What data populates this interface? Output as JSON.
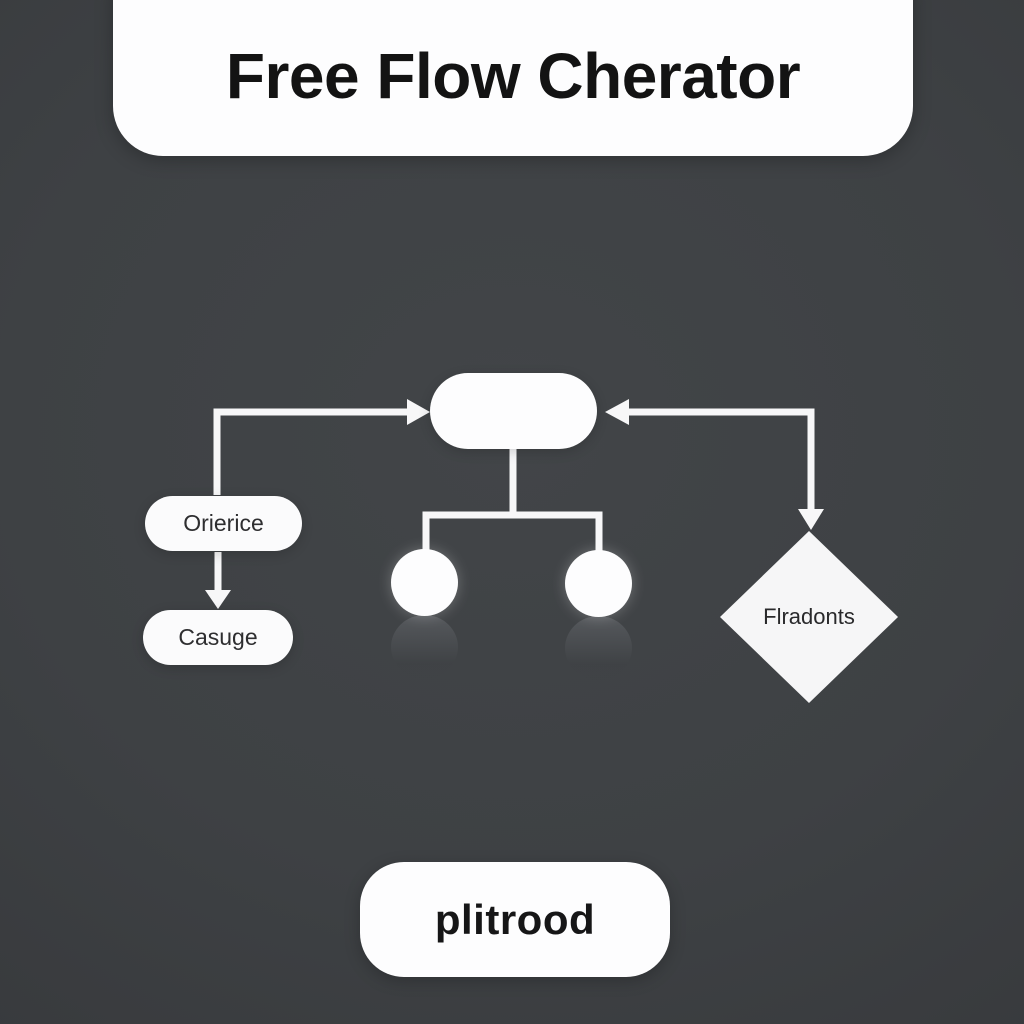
{
  "title": {
    "text": "Free Flow Cherator"
  },
  "diagram": {
    "hub": {
      "label": ""
    },
    "nodes": {
      "orierice": {
        "label": "Orierice"
      },
      "casuge": {
        "label": "Casuge"
      },
      "decision": {
        "label": "Flradonts"
      }
    },
    "action_button": {
      "label": "plitrood"
    }
  },
  "colors": {
    "background": "#3E4144",
    "shape_fill": "#FBFBFC",
    "connector": "#F7F7F8",
    "title_text": "#131313",
    "node_text": "#2E2E30"
  }
}
